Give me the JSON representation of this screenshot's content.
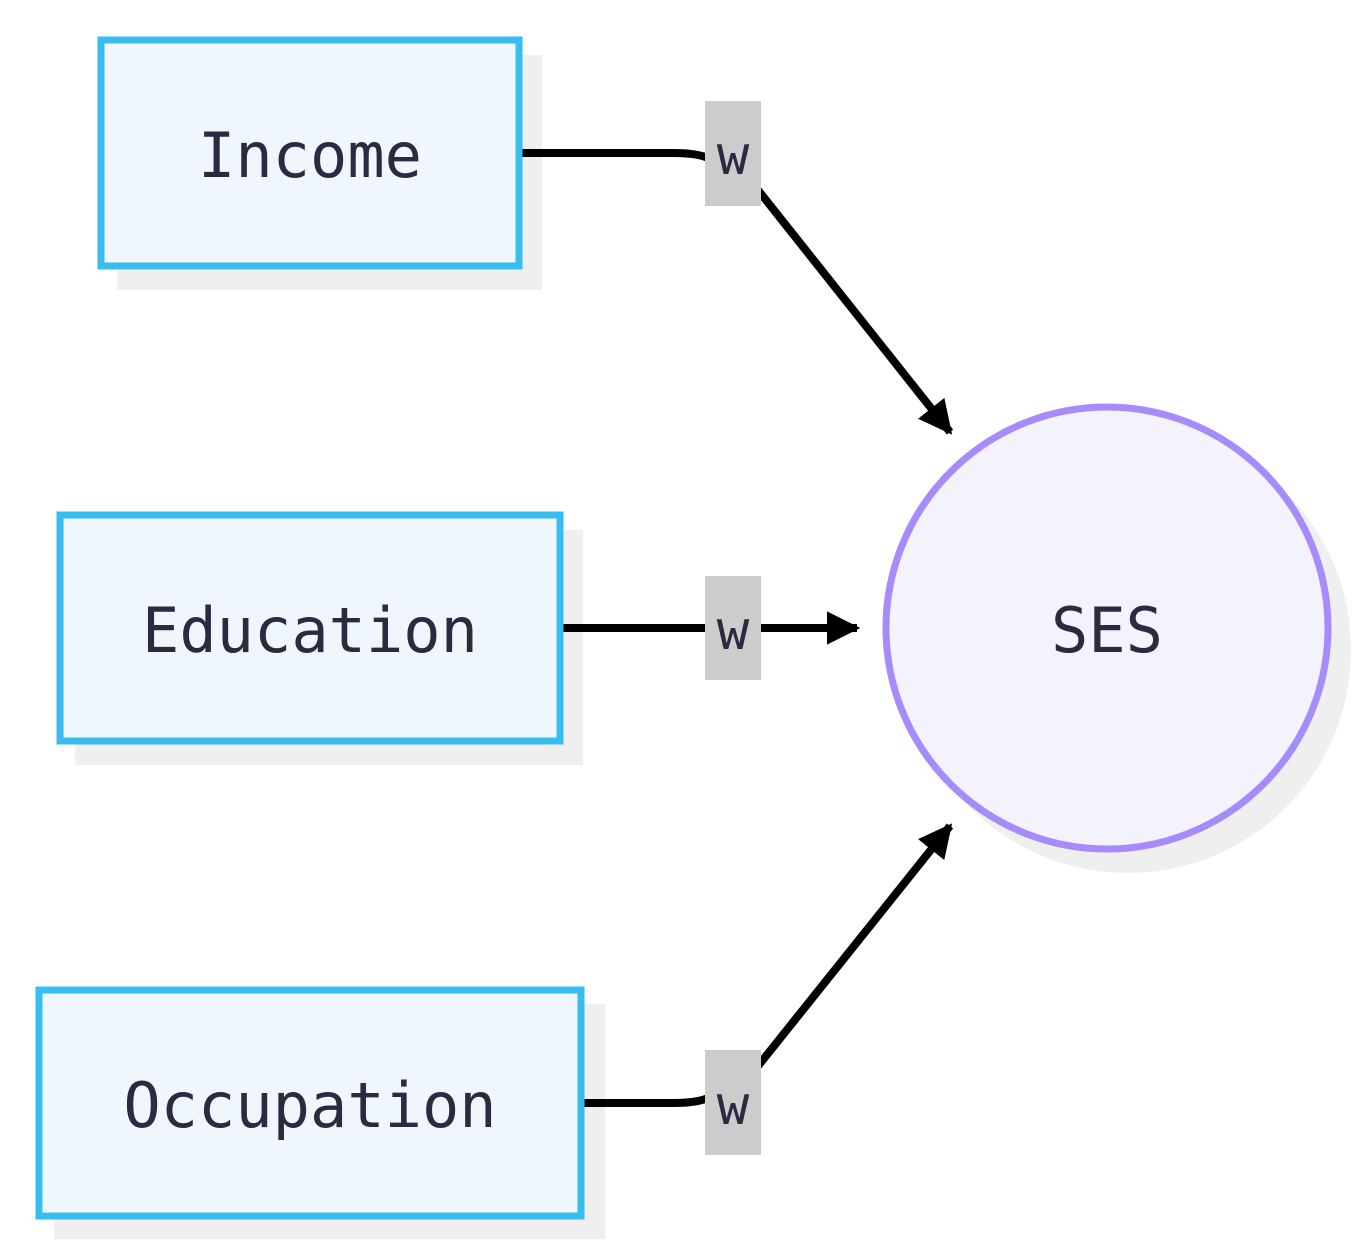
{
  "colors": {
    "indicator_fill": "#eff7fd",
    "indicator_stroke": "#38bdf0",
    "construct_fill": "#f3f2fd",
    "construct_stroke": "#a78bfa",
    "shadow": "#efefef",
    "edge": "#000000",
    "edge_label_bg": "#cccccc",
    "text": "#2a2a40"
  },
  "nodes": {
    "income": {
      "label": "Income"
    },
    "education": {
      "label": "Education"
    },
    "occupation": {
      "label": "Occupation"
    },
    "ses": {
      "label": "SES"
    }
  },
  "edges": {
    "income_to_ses": {
      "label": "w"
    },
    "education_to_ses": {
      "label": "w"
    },
    "occupation_to_ses": {
      "label": "w"
    }
  }
}
